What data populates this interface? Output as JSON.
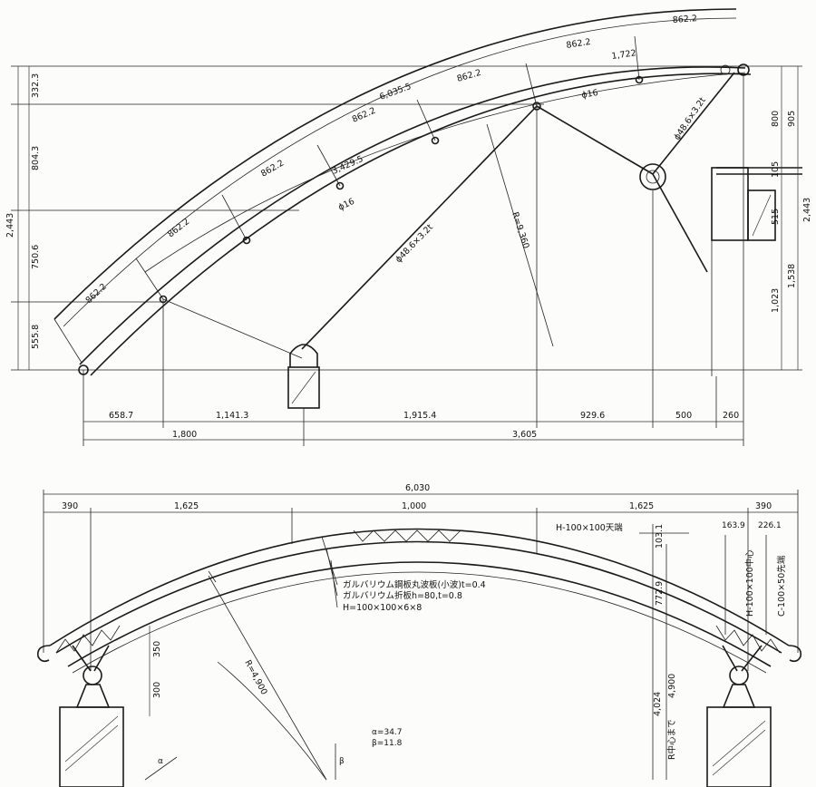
{
  "elevation": {
    "arc_segments": [
      "862.2",
      "862.2",
      "862.2",
      "862.2",
      "862.2",
      "862.2",
      "862.2"
    ],
    "chord_lengths": [
      "6,035.5",
      "3,429.5",
      "1,722"
    ],
    "rod_labels": [
      "ϕ16",
      "ϕ16"
    ],
    "pipe_labels": [
      "ϕ48.6×3.2t",
      "ϕ48.6×3.2t"
    ],
    "radius": "R=9,360",
    "left_heights": [
      "332.3",
      "804.3",
      "750.6",
      "555.8"
    ],
    "left_total": "2,443",
    "right_heights_inner": [
      "800",
      "105",
      "515",
      "1,023"
    ],
    "right_heights_outer": [
      "905",
      "2,443",
      "1,538"
    ],
    "bottom_row1": [
      "658.7",
      "1,141.3",
      "1,915.4",
      "929.6",
      "500",
      "260"
    ],
    "bottom_row2": [
      "1,800",
      "3,605"
    ]
  },
  "section": {
    "total_width": "6,030",
    "top_dims": [
      "390",
      "1,625",
      "1,000",
      "1,625",
      "390"
    ],
    "callouts": [
      "ガルバリウム鋼板丸波板(小波)t=0.4",
      "ガルバリウム折板h=80,t=0.8",
      "H=100×100×6×8"
    ],
    "h_top_label": "H-100×100天端",
    "right_top_dims": [
      "163.9",
      "226.1"
    ],
    "vertical_labels": [
      "103.1",
      "772.9",
      "4,024",
      "4,900",
      "R中心まで",
      "H-100×100中心",
      "C-100×50先端"
    ],
    "left_vertical_dims": [
      "350",
      "300"
    ],
    "radius": "R=4,900",
    "angles": [
      "α=34.7",
      "β=11.8"
    ],
    "angle_symbols": [
      "α",
      "β"
    ]
  }
}
